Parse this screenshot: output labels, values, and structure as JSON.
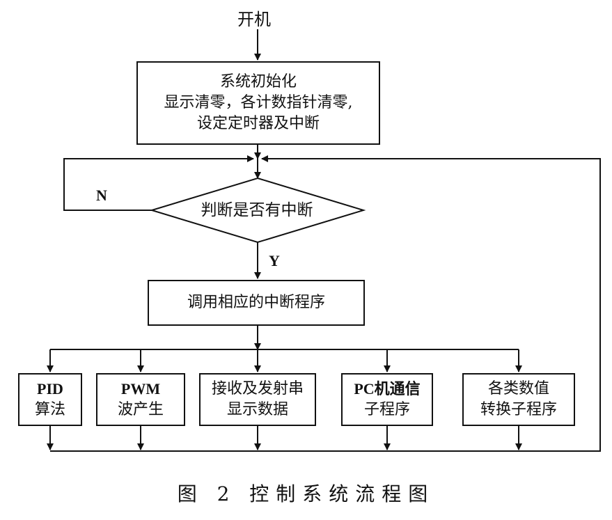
{
  "start": "开机",
  "init": {
    "line1": "系统初始化",
    "line2": "显示清零，各计数指针清零,",
    "line3": "设定定时器及中断"
  },
  "decision": {
    "text": "判断是否有中断",
    "no_label": "N",
    "yes_label": "Y"
  },
  "call": "调用相应的中断程序",
  "subroutines": [
    {
      "line1": "PID",
      "line2": "算法"
    },
    {
      "line1": "PWM",
      "line2": "波产生"
    },
    {
      "line1": "接收及发射串",
      "line2": "显示数据"
    },
    {
      "line1": "PC机通信",
      "line2": "子程序"
    },
    {
      "line1": "各类数值",
      "line2": "转换子程序"
    }
  ],
  "caption": "图 2  控制系统流程图"
}
